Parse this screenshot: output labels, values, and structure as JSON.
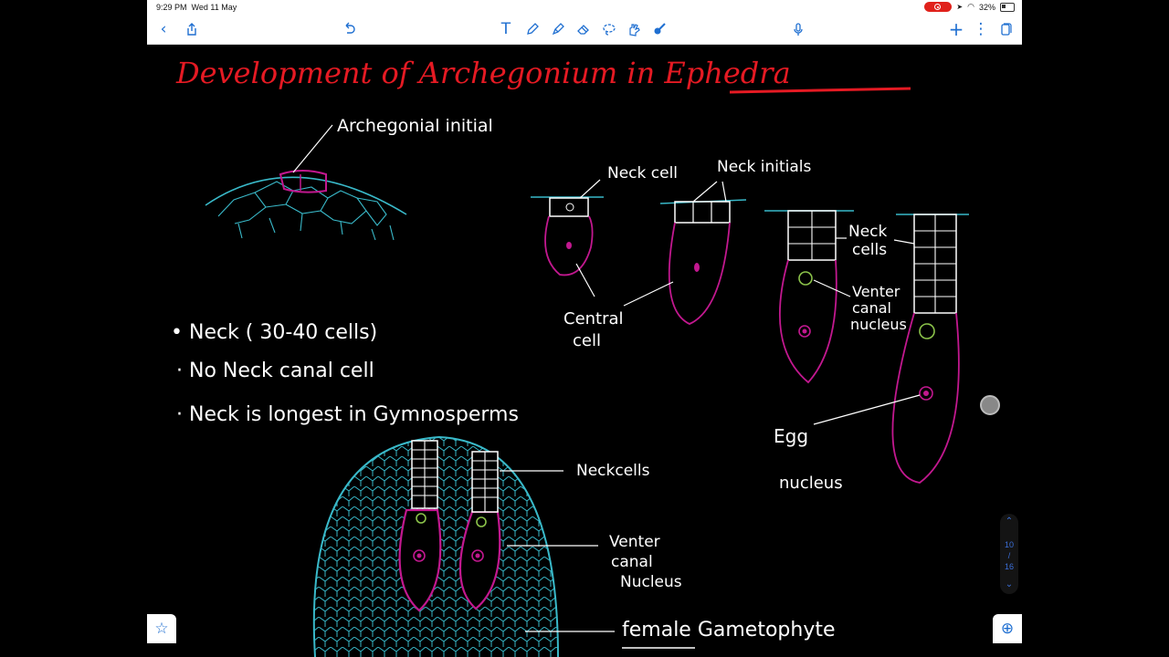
{
  "status": {
    "time": "9:29 PM",
    "date": "Wed 11 May",
    "battery": "32%"
  },
  "toolbar": {
    "icons": [
      "back-chevron-icon",
      "share-icon",
      "undo-icon",
      "text-tool-icon",
      "pen-tool-icon",
      "highlighter-tool-icon",
      "eraser-tool-icon",
      "lasso-tool-icon",
      "shape-hand-icon",
      "laser-pointer-icon",
      "microphone-icon",
      "add-page-icon",
      "more-options-icon",
      "pages-view-icon"
    ]
  },
  "note": {
    "title": "Development of Archegonium in Ephedra",
    "labels": {
      "archegonial_initial": "Archegonial initial",
      "neck_cell": "Neck cell",
      "neck_initials": "Neck initials",
      "neck_cells_1": "Neck",
      "neck_cells_2": "cells",
      "central_1": "Central",
      "central_2": "cell",
      "venter_1": "Venter",
      "venter_2": "canal",
      "venter_3": "nucleus",
      "egg_1": "Egg",
      "egg_2": "nucleus",
      "neckcells": "Neckcells",
      "venter_b1": "Venter",
      "venter_b2": "canal",
      "venter_b3": "Nucleus",
      "female_gametophyte": "female Gametophyte"
    },
    "bullets": [
      "Neck ( 30-40 cells)",
      "No Neck canal cell",
      "Neck is longest in Gymnosperms"
    ]
  },
  "pager": {
    "current": "10",
    "total": "16"
  },
  "colors": {
    "title_red": "#e51a23",
    "tissue_cyan": "#39b9c9",
    "archegonium_magenta": "#c2188f",
    "nucleus_green": "#8bc34a",
    "ui_blue": "#1f6fd1"
  }
}
